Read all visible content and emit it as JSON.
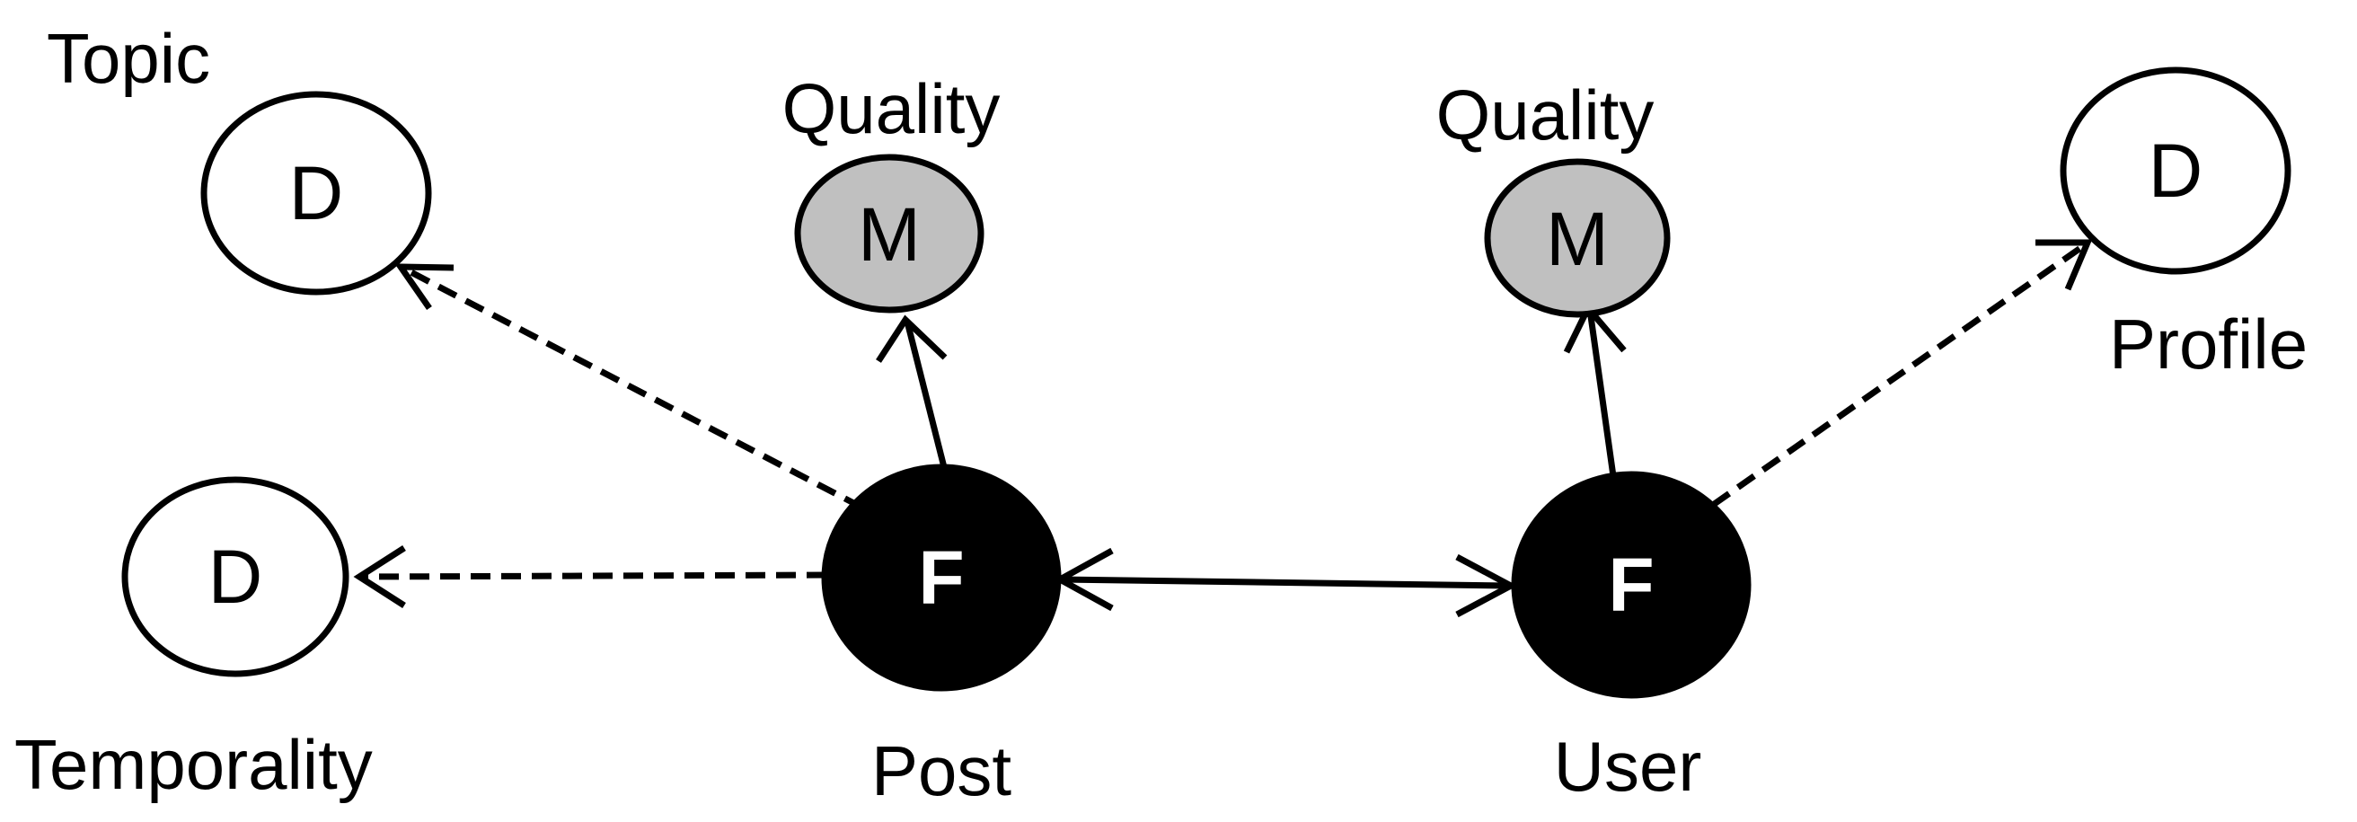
{
  "nodes": {
    "topic": {
      "letter": "D",
      "caption": "Topic",
      "kind": "distribution"
    },
    "temporality": {
      "letter": "D",
      "caption": "Temporality",
      "kind": "distribution"
    },
    "post_quality": {
      "letter": "M",
      "caption": "Quality",
      "kind": "measure"
    },
    "post": {
      "letter": "F",
      "caption": "Post",
      "kind": "feature"
    },
    "user_quality": {
      "letter": "M",
      "caption": "Quality",
      "kind": "measure"
    },
    "user": {
      "letter": "F",
      "caption": "User",
      "kind": "feature"
    },
    "profile": {
      "letter": "D",
      "caption": "Profile",
      "kind": "distribution"
    }
  },
  "edges": [
    {
      "from": "post",
      "to": "topic",
      "style": "dashed"
    },
    {
      "from": "post",
      "to": "temporality",
      "style": "dashed"
    },
    {
      "from": "post",
      "to": "post_quality",
      "style": "solid"
    },
    {
      "from": "post",
      "to": "user",
      "style": "solid-bidirectional"
    },
    {
      "from": "user",
      "to": "user_quality",
      "style": "solid"
    },
    {
      "from": "user",
      "to": "profile",
      "style": "dashed"
    }
  ],
  "colors": {
    "distribution_fill": "#ffffff",
    "measure_fill": "#c0c0c0",
    "feature_fill": "#000000",
    "stroke": "#000000"
  }
}
